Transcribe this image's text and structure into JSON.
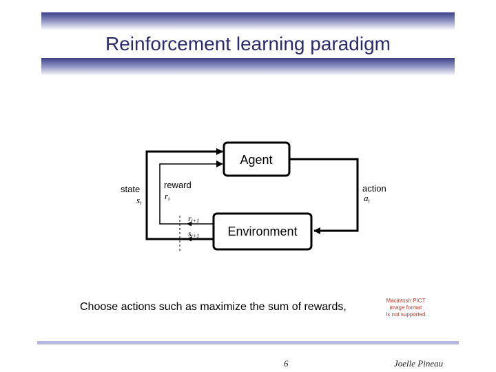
{
  "slide": {
    "title": "Reinforcement learning paradigm",
    "caption": "Choose actions such as maximize the sum of rewards,",
    "placeholder_image_text": [
      "Macintosh PICT",
      "image format",
      "is not supported"
    ],
    "page_number": "6",
    "author": "Joelle Pineau"
  },
  "diagram": {
    "agent_label": "Agent",
    "environment_label": "Environment",
    "state_label": "state",
    "state_symbol": "s",
    "state_subscript": "t",
    "reward_label": "reward",
    "reward_symbol": "r",
    "reward_subscript": "t",
    "action_label": "action",
    "action_symbol": "a",
    "action_subscript": "t",
    "next_reward_symbol": "r",
    "next_reward_subscript": "t+1",
    "next_state_symbol": "s",
    "next_state_subscript": "t+1"
  },
  "colors": {
    "title": "#2a2a6e",
    "band_dark": "#3b3f86",
    "footer_line": "#b8b9e3",
    "pict_text": "#c0392b"
  }
}
